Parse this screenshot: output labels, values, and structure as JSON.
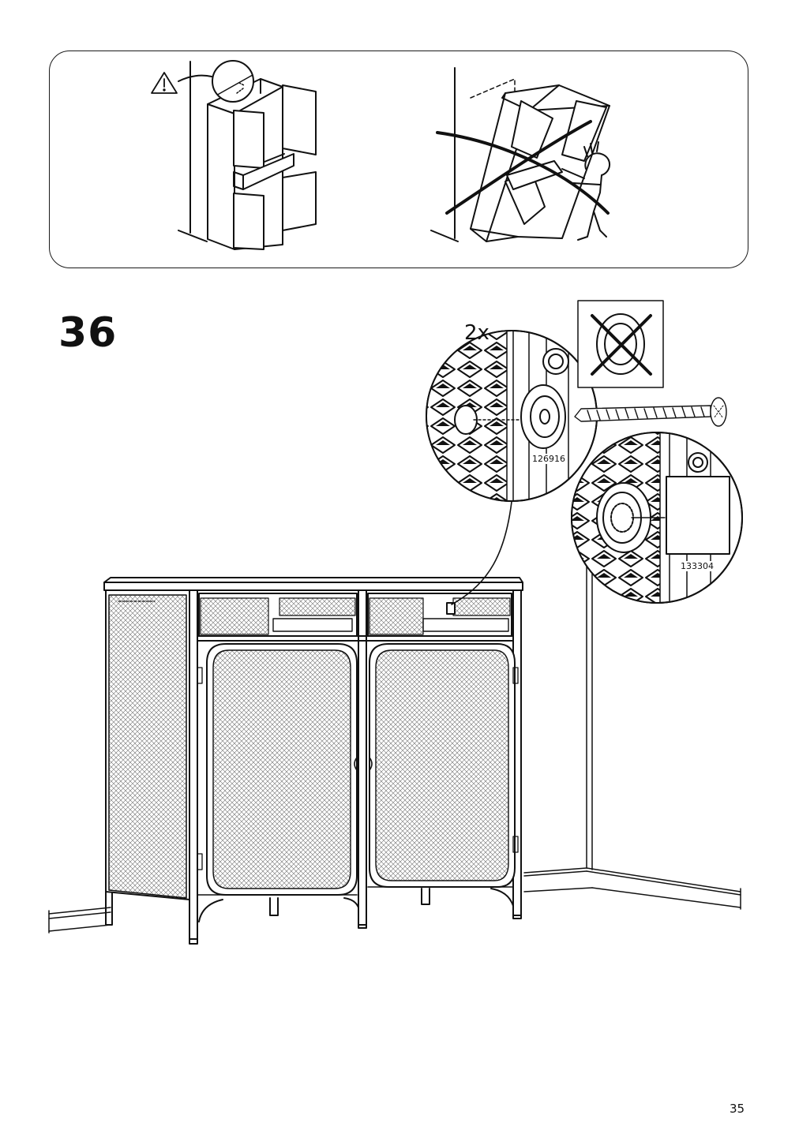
{
  "step": {
    "number": "36"
  },
  "callouts": {
    "quantity": "2x",
    "part_screw": "126916",
    "part_wall_plug": "133304"
  },
  "page": {
    "number": "35"
  },
  "icons": [
    "warning-triangle-icon",
    "forbidden-cross-icon"
  ]
}
